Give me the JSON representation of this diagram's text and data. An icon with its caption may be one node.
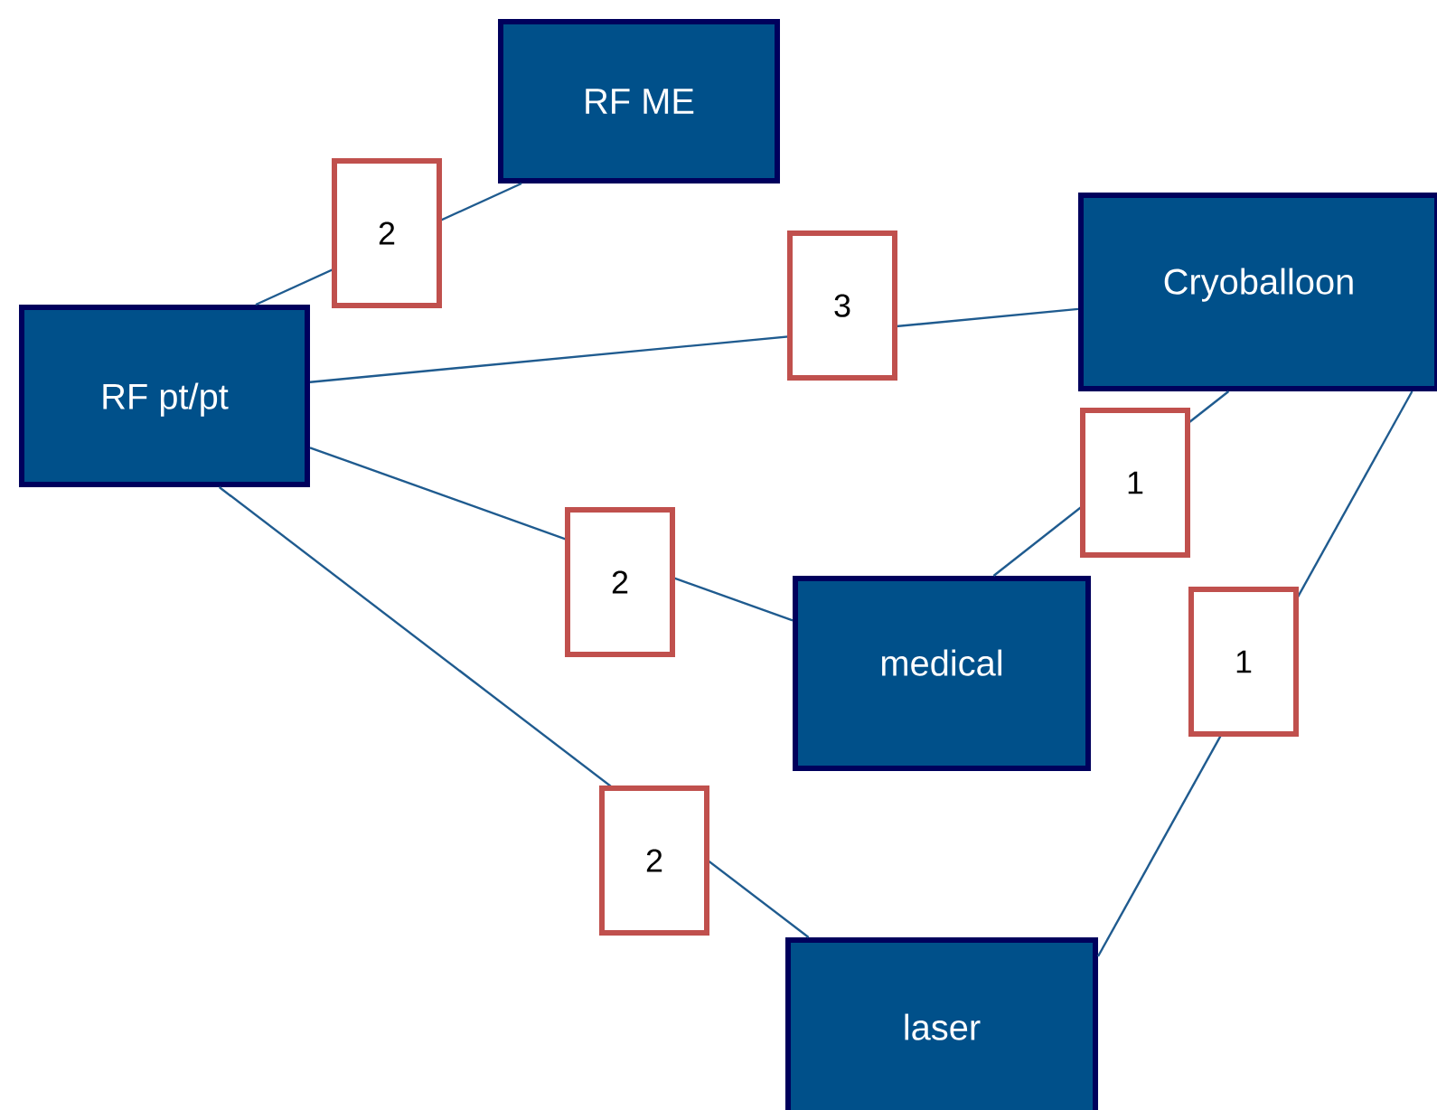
{
  "diagram": {
    "nodes": [
      {
        "text": [
          "RF ME"
        ]
      },
      {
        "text": [
          "RF pt/pt"
        ]
      },
      {
        "text": [
          "Cryoballoon"
        ]
      },
      {
        "text": [
          "medical"
        ]
      },
      {
        "text": [
          "laser"
        ]
      }
    ],
    "edges": [
      {
        "from": 1,
        "to": 0,
        "arrow": "none",
        "label": "2"
      },
      {
        "from": 1,
        "to": 2,
        "arrow": "none",
        "label": "3"
      },
      {
        "from": 1,
        "to": 3,
        "arrow": "none",
        "label": "2"
      },
      {
        "from": 1,
        "to": 4,
        "arrow": "none",
        "label": "2"
      },
      {
        "from": 3,
        "to": 2,
        "arrow": "none",
        "label": "1"
      },
      {
        "from": 4,
        "to": 2,
        "arrow": "none",
        "label": "1"
      }
    ]
  }
}
